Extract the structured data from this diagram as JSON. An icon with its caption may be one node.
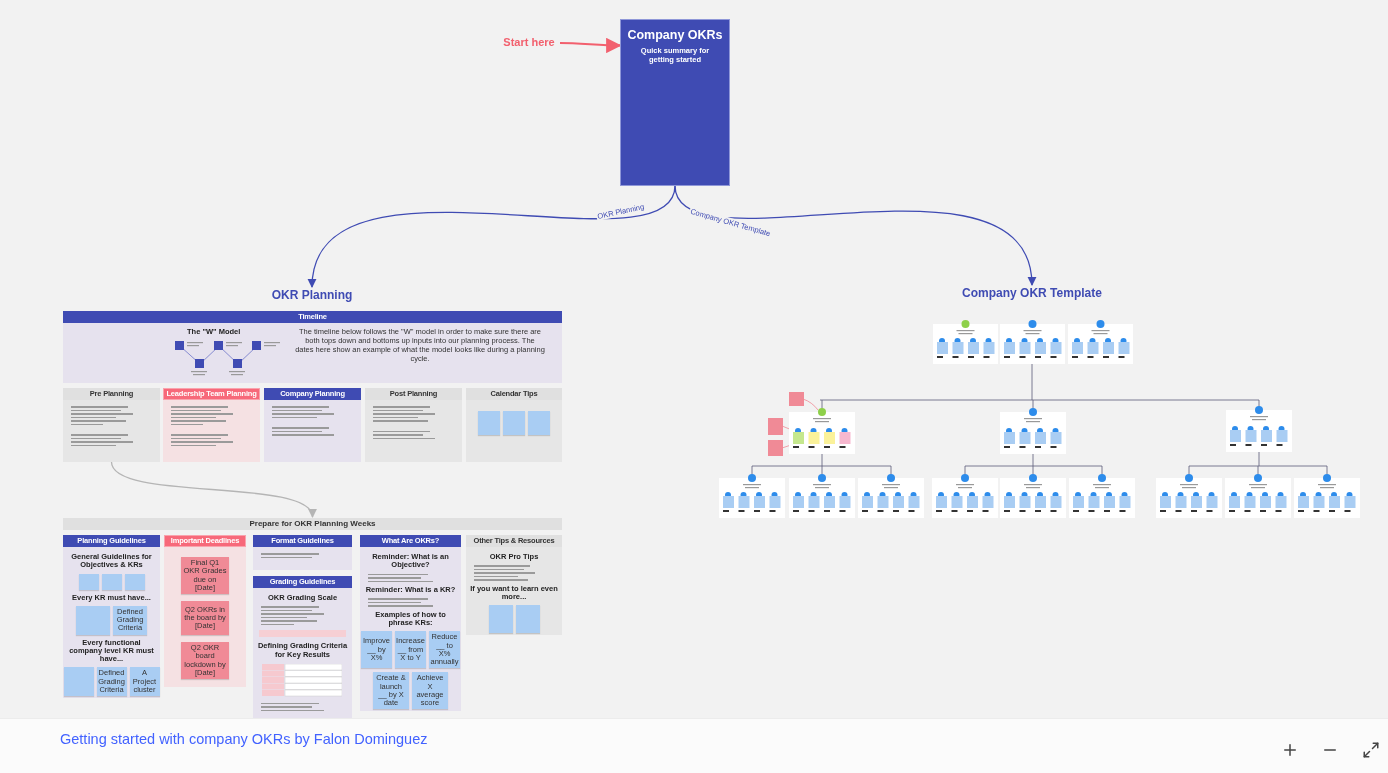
{
  "diagram": {
    "nodes": [
      {
        "text": [
          "Start here"
        ]
      },
      {
        "text": [
          "Company OKRs",
          "Quick summary for getting started"
        ]
      },
      {
        "text": [
          "OKR Planning"
        ]
      },
      {
        "text": [
          "Company OKR Template"
        ]
      },
      {
        "text": [
          "Timeline",
          "The \"W\" Model",
          "The timeline below follows the \"W\" model in order to make sure there are both tops down and bottoms up inputs into our planning process. The dates here show an example of what the model looks like during a planning cycle."
        ]
      },
      {
        "text": [
          "Pre Planning"
        ]
      },
      {
        "text": [
          "Leadership Team Planning"
        ]
      },
      {
        "text": [
          "Company Planning"
        ]
      },
      {
        "text": [
          "Post Planning"
        ]
      },
      {
        "text": [
          "Calendar Tips"
        ]
      },
      {
        "text": [],
        "shape": "box",
        "in": 9
      },
      {
        "text": [],
        "shape": "box",
        "in": 9
      },
      {
        "text": [],
        "shape": "box",
        "in": 9
      },
      {
        "text": [
          "Prepare for OKR Planning Weeks"
        ]
      },
      {
        "text": [
          "Planning Guidelines",
          "General Guidelines for Objectives & KRs",
          "Every KR must have...",
          "Every functional company level KR must have..."
        ]
      },
      {
        "text": [],
        "shape": "box",
        "in": 14
      },
      {
        "text": [],
        "shape": "box",
        "in": 14
      },
      {
        "text": [],
        "shape": "box",
        "in": 14
      },
      {
        "text": [],
        "shape": "box",
        "in": 14
      },
      {
        "text": [
          "Defined Grading Criteria"
        ],
        "in": 14
      },
      {
        "text": [],
        "shape": "box",
        "in": 14
      },
      {
        "text": [
          "Defined Grading Criteria"
        ],
        "in": 14
      },
      {
        "text": [
          "A Project cluster"
        ],
        "in": 14
      },
      {
        "text": [
          "Important Deadlines"
        ]
      },
      {
        "text": [
          "Final Q1 OKR Grades due on [Date]"
        ],
        "in": 23
      },
      {
        "text": [
          "Q2 OKRs in the board by [Date]"
        ],
        "in": 23
      },
      {
        "text": [
          "Q2 OKR board lockdown by [Date]"
        ],
        "in": 23
      },
      {
        "text": [
          "Format Guidelines"
        ]
      },
      {
        "text": [
          "Grading Guidelines",
          "OKR Grading Scale",
          "Defining Grading Criteria for Key Results"
        ]
      },
      {
        "text": [
          "What Are OKRs?",
          "Reminder: What is an Objective?",
          "Reminder: What is a KR?",
          "Examples of how to phrase KRs:"
        ]
      },
      {
        "text": [
          "Improve __ by X%"
        ],
        "in": 29
      },
      {
        "text": [
          "Increase __ from X to Y"
        ],
        "in": 29
      },
      {
        "text": [
          "Reduce __ to X% annually"
        ],
        "in": 29
      },
      {
        "text": [
          "Create & launch __ by X date"
        ],
        "in": 29
      },
      {
        "text": [
          "Achieve X average score"
        ],
        "in": 29
      },
      {
        "text": [
          "Other Tips & Resources",
          "OKR Pro Tips",
          "If you want to learn even more..."
        ]
      },
      {
        "text": [],
        "shape": "box",
        "in": 35
      },
      {
        "text": [],
        "shape": "box",
        "in": 35
      }
    ],
    "edges": [
      {
        "from": 0,
        "to": 1,
        "arrow": "to",
        "color": "#f2606e"
      },
      {
        "from": 1,
        "to": 2,
        "arrow": "to",
        "label": "OKR Planning"
      },
      {
        "from": 1,
        "to": 3,
        "arrow": "to",
        "label": "Company OKR Template"
      },
      {
        "from": 5,
        "to": 13,
        "arrow": "to",
        "color": "#b5b5b5"
      }
    ],
    "labels": [
      "Getting started with company OKRs by Falon Dominguez"
    ]
  }
}
